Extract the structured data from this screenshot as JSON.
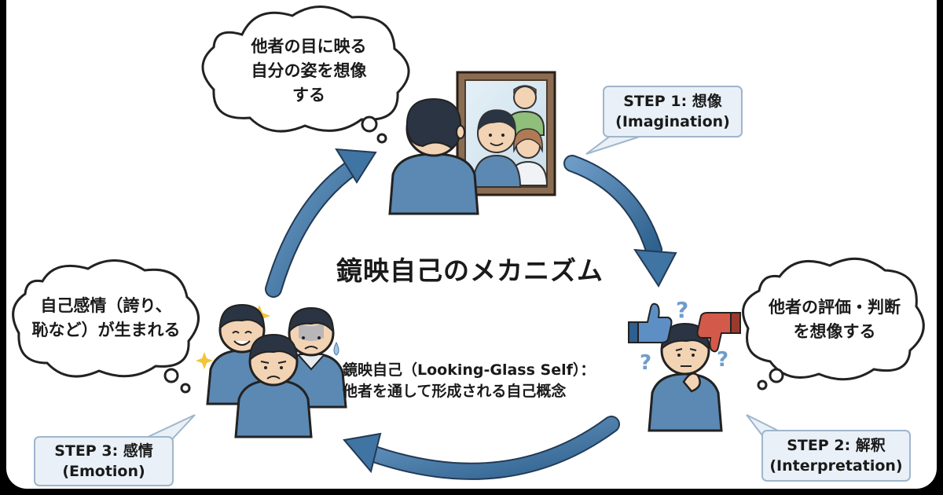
{
  "title": "鏡映自己のメカニズム",
  "definition": {
    "line1": "鏡映自己（Looking-Glass Self）：",
    "line2": "他者を通して形成される自己概念"
  },
  "thoughts": {
    "imagination": [
      "他者の目に映る",
      "自分の姿を想像",
      "する"
    ],
    "interpretation": [
      "他者の評価・判断",
      "を想像する"
    ],
    "emotion": [
      "自己感情（誇り、",
      "恥など）が生まれる"
    ]
  },
  "steps": [
    {
      "step": "STEP 1: 想像",
      "term": "(Imagination)"
    },
    {
      "step": "STEP 2: 解釈",
      "term": "(Interpretation)"
    },
    {
      "step": "STEP 3: 感情",
      "term": "(Emotion)"
    }
  ],
  "colors": {
    "shirt": "#5b89b3",
    "arrow": "#3f74a3",
    "step_box_fill": "#e9f0f7",
    "step_box_border": "#9fb6cb",
    "thumb_up": "#5d8fc4",
    "thumb_down": "#d35a4a",
    "question_mark": "#6e9ccb",
    "sparkle": "#f0c63a"
  },
  "icons": [
    "mirror",
    "thumbs-up-icon",
    "thumbs-down-icon",
    "question-mark-icon",
    "sparkle-icon",
    "thought-bubble"
  ]
}
